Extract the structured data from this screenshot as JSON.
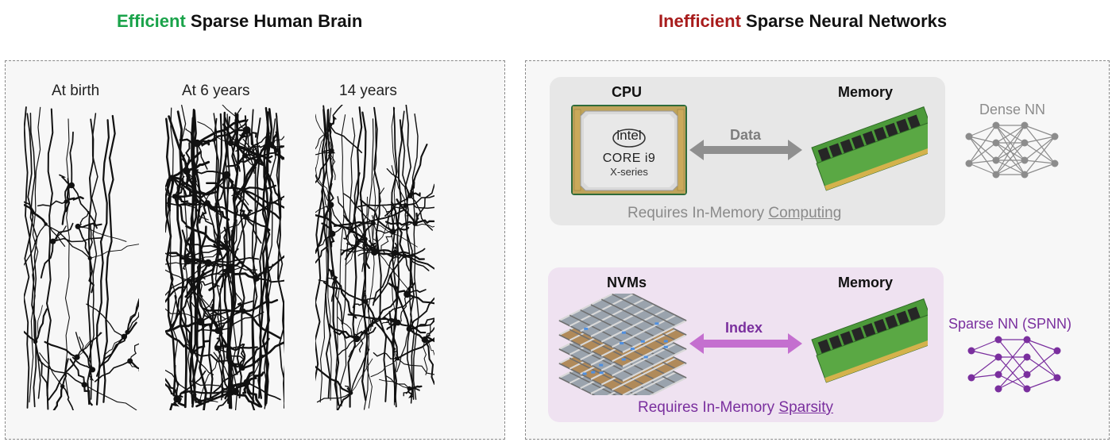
{
  "left": {
    "title_highlight": "Efficient",
    "title_rest": " Sparse Human Brain",
    "ages": [
      "At birth",
      "At 6 years",
      "14 years"
    ]
  },
  "right": {
    "title_highlight": "Inefficient",
    "title_rest": " Sparse Neural Networks",
    "top": {
      "cpu_label": "CPU",
      "cpu_brand": "intel",
      "cpu_model": "CORE i9",
      "cpu_series": "X-series",
      "memory_label": "Memory",
      "arrow_label": "Data",
      "caption_prefix": "Requires In-Memory ",
      "caption_underlined": "Computing",
      "side_label": "Dense NN"
    },
    "bottom": {
      "nvm_label": "NVMs",
      "memory_label": "Memory",
      "arrow_label": "Index",
      "caption_prefix": "Requires In-Memory ",
      "caption_underlined": "Sparsity",
      "side_label": "Sparse NN (SPNN)"
    }
  },
  "colors": {
    "efficient": "#1aa34a",
    "inefficient": "#a81c1c",
    "dense_gray": "#8c8c8c",
    "sparse_purple": "#7a2f9e",
    "index_arrow": "#c46fcf",
    "data_arrow": "#8f8f8f"
  }
}
